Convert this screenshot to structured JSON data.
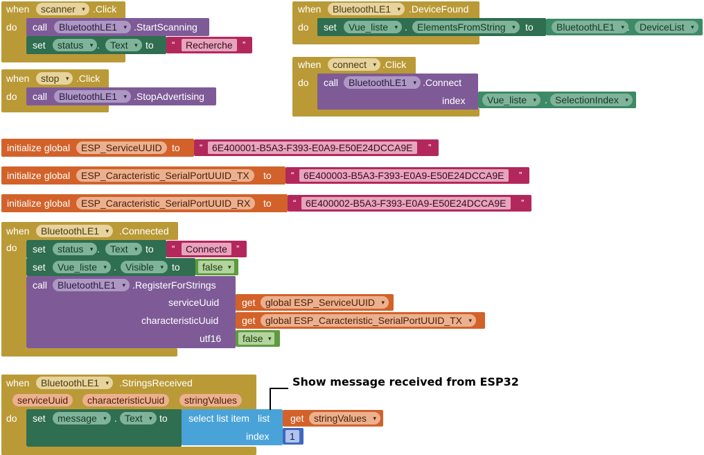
{
  "kw": {
    "when": "when",
    "do": "do",
    "call": "call",
    "set": "set",
    "to": "to",
    "get": "get",
    "init": "initialize global",
    "index": "index",
    "select": "select list item",
    "list": "list",
    "ot": "“",
    "ct": "”",
    "dot": ".",
    "dd": "▾"
  },
  "b1": {
    "comp": "scanner",
    "evt": ".Click",
    "call_comp": "BluetoothLE1",
    "method": ".StartScanning",
    "set_comp": "status",
    "prop": "Text",
    "value": "Recherche"
  },
  "b2": {
    "comp": "stop",
    "evt": ".Click",
    "call_comp": "BluetoothLE1",
    "method": ".StopAdvertising"
  },
  "b3": {
    "comp": "BluetoothLE1",
    "evt": ".DeviceFound",
    "set_comp": "Vue_liste",
    "prop": "ElementsFromString",
    "get_comp": "BluetoothLE1",
    "get_prop": "DeviceList"
  },
  "b4": {
    "comp": "connect",
    "evt": ".Click",
    "call_comp": "BluetoothLE1",
    "method": ".Connect",
    "arg_comp": "Vue_liste",
    "arg_prop": "SelectionIndex"
  },
  "globals": [
    {
      "name": "ESP_ServiceUUID",
      "value": "6E400001-B5A3-F393-E0A9-E50E24DCCA9E"
    },
    {
      "name": "ESP_Caracteristic_SerialPortUUID_TX",
      "value": "6E400003-B5A3-F393-E0A9-E50E24DCCA9E"
    },
    {
      "name": "ESP_Caracteristic_SerialPortUUID_RX",
      "value": "6E400002-B5A3-F393-E0A9-E50E24DCCA9E"
    }
  ],
  "b5": {
    "comp": "BluetoothLE1",
    "evt": ".Connected",
    "s1_comp": "status",
    "s1_prop": "Text",
    "s1_val": "Connecte",
    "s2_comp": "Vue_liste",
    "s2_prop": "Visible",
    "s2_val": "false",
    "call_comp": "BluetoothLE1",
    "method": ".RegisterForStrings",
    "p1": "serviceUuid",
    "p2": "characteristicUuid",
    "p3": "utf16",
    "g1": "global ESP_ServiceUUID",
    "g2": "global ESP_Caracteristic_SerialPortUUID_TX",
    "p3_val": "false"
  },
  "b6": {
    "comp": "BluetoothLE1",
    "evt": ".StringsReceived",
    "params": [
      "serviceUuid",
      "characteristicUuid",
      "stringValues"
    ],
    "set_comp": "message",
    "prop": "Text",
    "get_var": "stringValues",
    "index_val": "1"
  },
  "annotation": "Show message received from ESP32",
  "colors": {
    "event": "#ba9a37",
    "procedure": "#7e5b97",
    "setter": "#2f6e50",
    "text": "#b3285c",
    "variable": "#d2622a",
    "logic": "#5e9b3e",
    "list": "#4aa3d8",
    "math": "#4068c1"
  }
}
